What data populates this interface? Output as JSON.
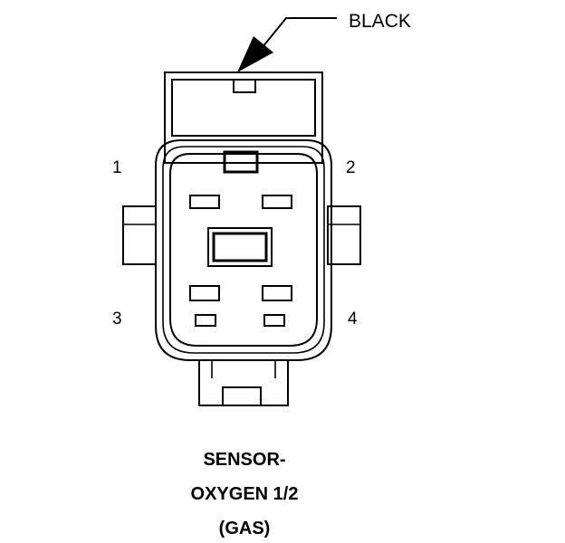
{
  "callout": {
    "label": "BLACK"
  },
  "pins": [
    {
      "label": "1"
    },
    {
      "label": "2"
    },
    {
      "label": "3"
    },
    {
      "label": "4"
    }
  ],
  "caption": {
    "line1": "SENSOR-",
    "line2": "OXYGEN 1/2",
    "line3": "(GAS)"
  },
  "colors": {
    "ink": "#000000",
    "background": "#ffffff"
  }
}
